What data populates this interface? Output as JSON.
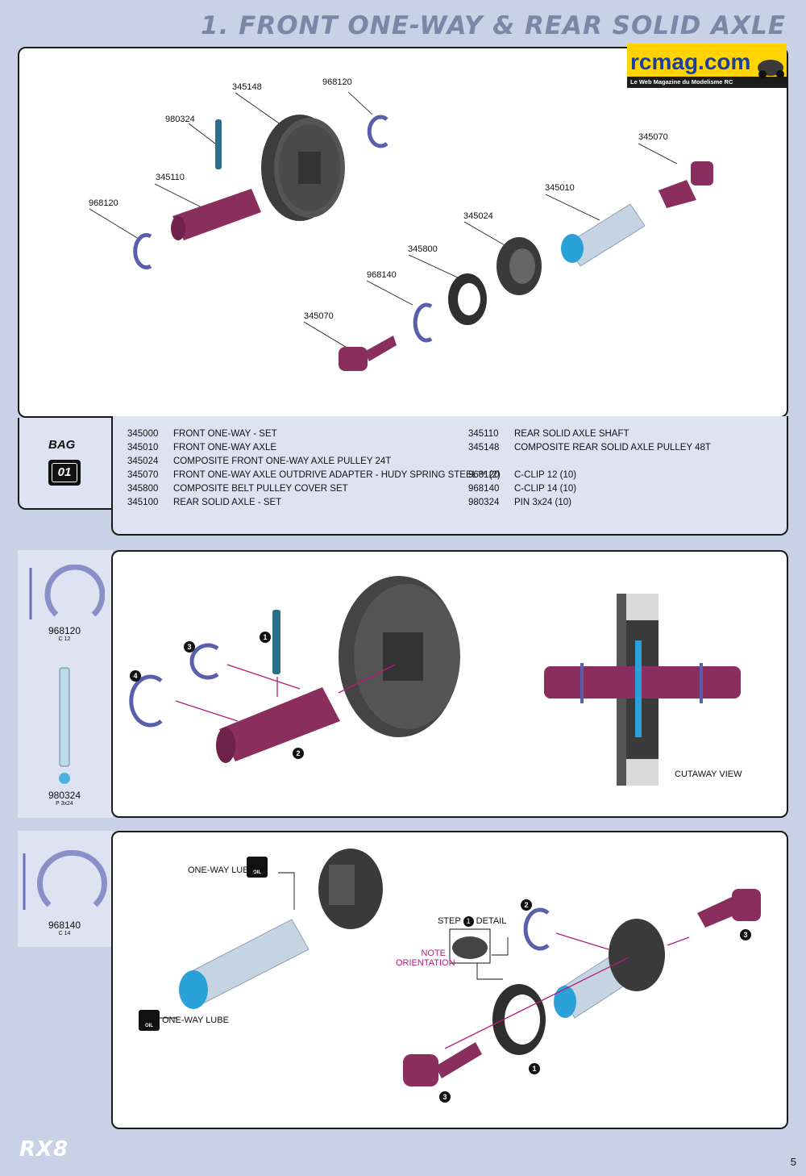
{
  "page": {
    "title": "1. FRONT ONE-WAY & REAR SOLID AXLE",
    "number": "5",
    "footer_logo": "RX8"
  },
  "logo": {
    "name": "rcmag.com",
    "tagline": "Le Web Magazine du Modelisme RC"
  },
  "exploded": {
    "labels": [
      "345148",
      "968120",
      "980324",
      "345110",
      "968120",
      "345070",
      "345010",
      "345024",
      "345800",
      "968140",
      "345070"
    ]
  },
  "bag": {
    "label": "BAG",
    "number": "01"
  },
  "parts_left": [
    {
      "code": "345000",
      "desc": "FRONT ONE-WAY - SET"
    },
    {
      "code": "345010",
      "desc": "FRONT ONE-WAY AXLE"
    },
    {
      "code": "345024",
      "desc": "COMPOSITE FRONT ONE-WAY AXLE PULLEY 24T"
    },
    {
      "code": "345070",
      "desc": "FRONT ONE-WAY AXLE OUTDRIVE ADAPTER - HUDY SPRING STEEL™ (2)"
    },
    {
      "code": "345800",
      "desc": "COMPOSITE BELT PULLEY COVER SET"
    },
    {
      "code": "345100",
      "desc": "REAR SOLID AXLE - SET"
    }
  ],
  "parts_right": [
    {
      "code": "345110",
      "desc": "REAR SOLID AXLE SHAFT"
    },
    {
      "code": "345148",
      "desc": "COMPOSITE REAR SOLID AXLE PULLEY 48T"
    },
    {
      "code": "",
      "desc": ""
    },
    {
      "code": "968120",
      "desc": "C-CLIP 12  (10)"
    },
    {
      "code": "968140",
      "desc": "C-CLIP 14  (10)"
    },
    {
      "code": "980324",
      "desc": "PIN 3x24  (10)"
    }
  ],
  "step1": {
    "side_parts": [
      {
        "code": "968120",
        "sub": "C 12"
      },
      {
        "code": "980324",
        "sub": "P 3x24"
      }
    ],
    "steps": [
      "1",
      "2",
      "3",
      "4"
    ],
    "cutaway_label": "CUTAWAY VIEW"
  },
  "step2": {
    "side_parts": [
      {
        "code": "968140",
        "sub": "C 14"
      }
    ],
    "lube_top": "ONE-WAY LUBE",
    "lube_bottom": "ONE-WAY LUBE",
    "oil": "OIL",
    "step_detail_pre": "STEP",
    "step_detail_num": "1",
    "step_detail_post": "DETAIL",
    "note_line1": "NOTE",
    "note_line2": "ORIENTATION",
    "steps": [
      "1",
      "2",
      "3",
      "3"
    ]
  },
  "colors": {
    "background": "#c9d1e6",
    "accent": "#b5197c",
    "part_purple": "#8a2e5e",
    "part_dark": "#3a3a3a",
    "clip": "#6a70b8",
    "axle": "#c5d3e2",
    "oneway_blue": "#2aa2d9"
  }
}
